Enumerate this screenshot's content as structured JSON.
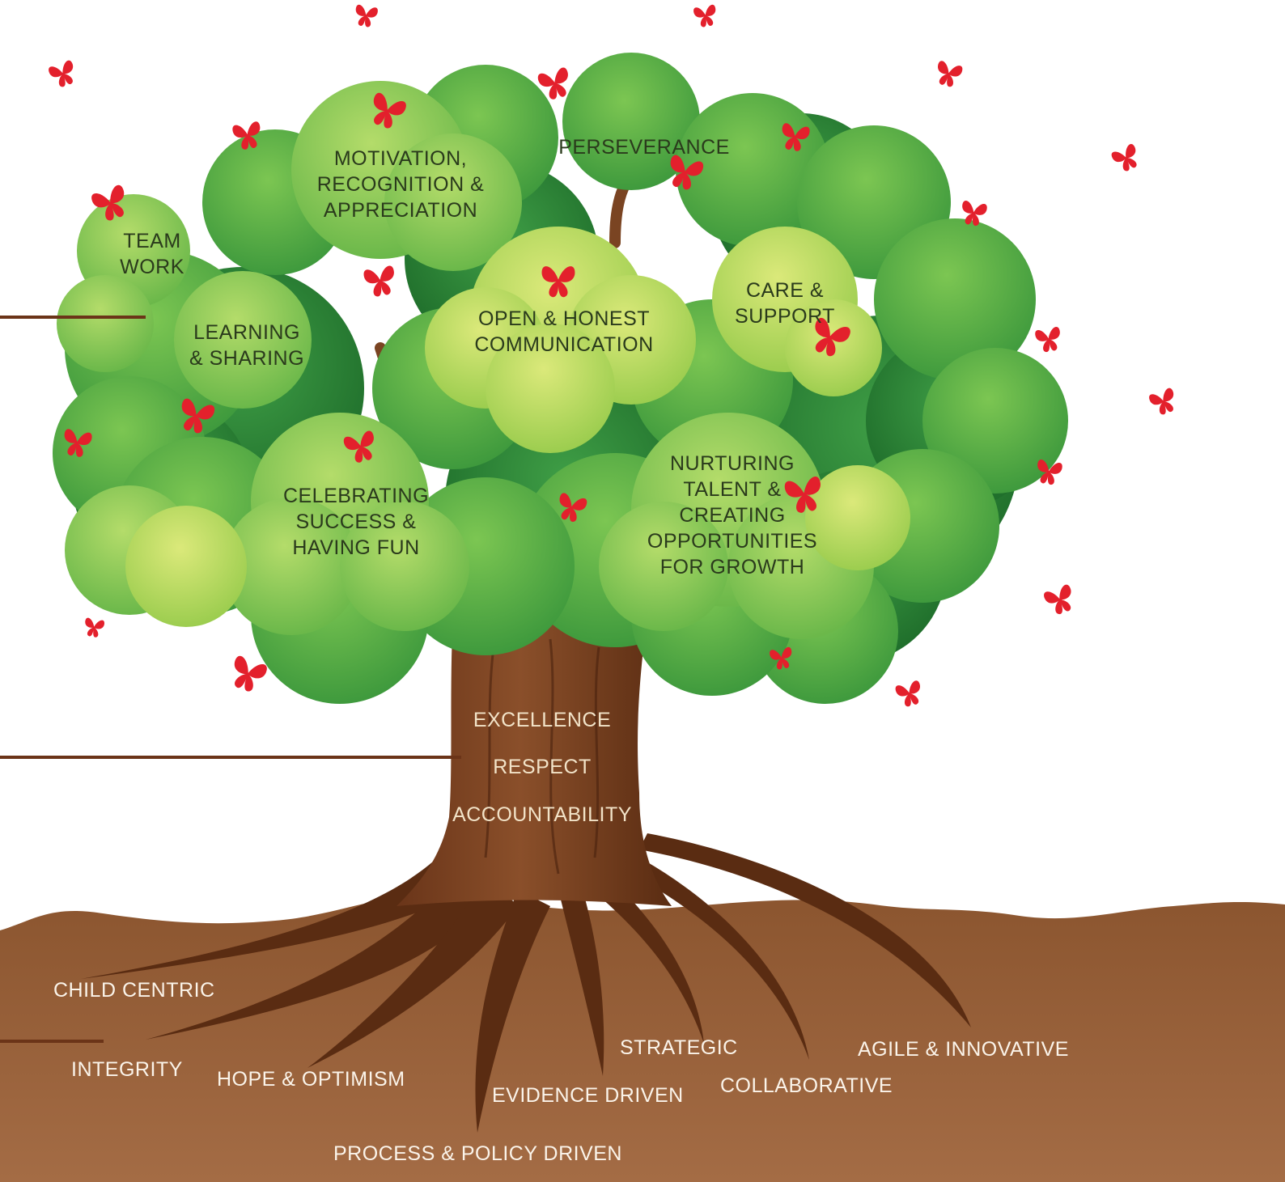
{
  "colors": {
    "soil": "#9a633f",
    "soil_dark": "#8a5532",
    "trunk": "#7a4422",
    "trunk_dark": "#5a2e14",
    "foliage_dark": "#2f8a3a",
    "foliage_mid": "#4fae44",
    "foliage_light": "#8cc84b",
    "foliage_lime": "#c2dc5a",
    "butterfly": "#e3202c",
    "connector": "#6b3418"
  },
  "leaves": [
    {
      "id": "team-work",
      "lines": [
        "TEAM",
        "WORK"
      ]
    },
    {
      "id": "motivation",
      "lines": [
        "MOTIVATION,",
        "RECOGNITION &",
        "APPRECIATION"
      ]
    },
    {
      "id": "perseverance",
      "lines": [
        "PERSEVERANCE"
      ]
    },
    {
      "id": "learning",
      "lines": [
        "LEARNING",
        "& SHARING"
      ]
    },
    {
      "id": "open-honest",
      "lines": [
        "OPEN & HONEST",
        "COMMUNICATION"
      ]
    },
    {
      "id": "care",
      "lines": [
        "CARE &",
        "SUPPORT"
      ]
    },
    {
      "id": "celebrating",
      "lines": [
        "CELEBRATING",
        "SUCCESS &",
        "HAVING FUN"
      ]
    },
    {
      "id": "nurturing",
      "lines": [
        "NURTURING",
        "TALENT &",
        "CREATING",
        "OPPORTUNITIES",
        "FOR GROWTH"
      ]
    }
  ],
  "trunk_values": [
    "EXCELLENCE",
    "RESPECT",
    "ACCOUNTABILITY"
  ],
  "roots": [
    "CHILD CENTRIC",
    "INTEGRITY",
    "HOPE & OPTIMISM",
    "PROCESS & POLICY DRIVEN",
    "EVIDENCE DRIVEN",
    "STRATEGIC",
    "COLLABORATIVE",
    "AGILE & INNOVATIVE"
  ],
  "icons": {
    "butterfly": "butterfly-icon"
  }
}
